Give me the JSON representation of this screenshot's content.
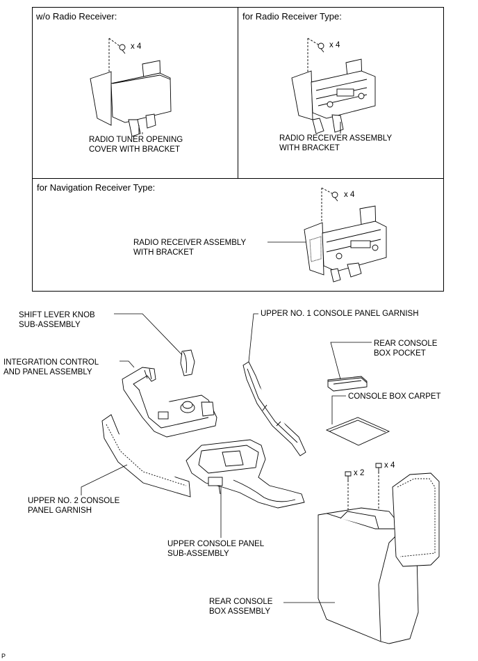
{
  "panels": {
    "wo_radio": {
      "title": "w/o Radio Receiver:",
      "qty": "x 4",
      "label": "RADIO TUNER OPENING\nCOVER WITH BRACKET"
    },
    "radio_type": {
      "title": "for Radio Receiver Type:",
      "qty": "x 4",
      "label": "RADIO RECEIVER ASSEMBLY\nWITH BRACKET"
    },
    "nav_type": {
      "title": "for Navigation Receiver Type:",
      "qty": "x 4",
      "label": "RADIO RECEIVER ASSEMBLY\nWITH BRACKET"
    }
  },
  "parts": {
    "shift_knob": "SHIFT LEVER KNOB\nSUB-ASSEMBLY",
    "integration_control": "INTEGRATION CONTROL\nAND PANEL ASSEMBLY",
    "upper_no1_garnish": "UPPER NO. 1 CONSOLE PANEL GARNISH",
    "rear_pocket": "REAR CONSOLE\nBOX POCKET",
    "carpet": "CONSOLE BOX CARPET",
    "upper_no2_garnish": "UPPER NO. 2 CONSOLE\nPANEL GARNISH",
    "upper_console_panel": "UPPER CONSOLE PANEL\nSUB-ASSEMBLY",
    "rear_console_box": "REAR CONSOLE\nBOX ASSEMBLY",
    "bolt_qty_2": "x 2",
    "bolt_qty_4": "x 4"
  },
  "footer_code": "P"
}
